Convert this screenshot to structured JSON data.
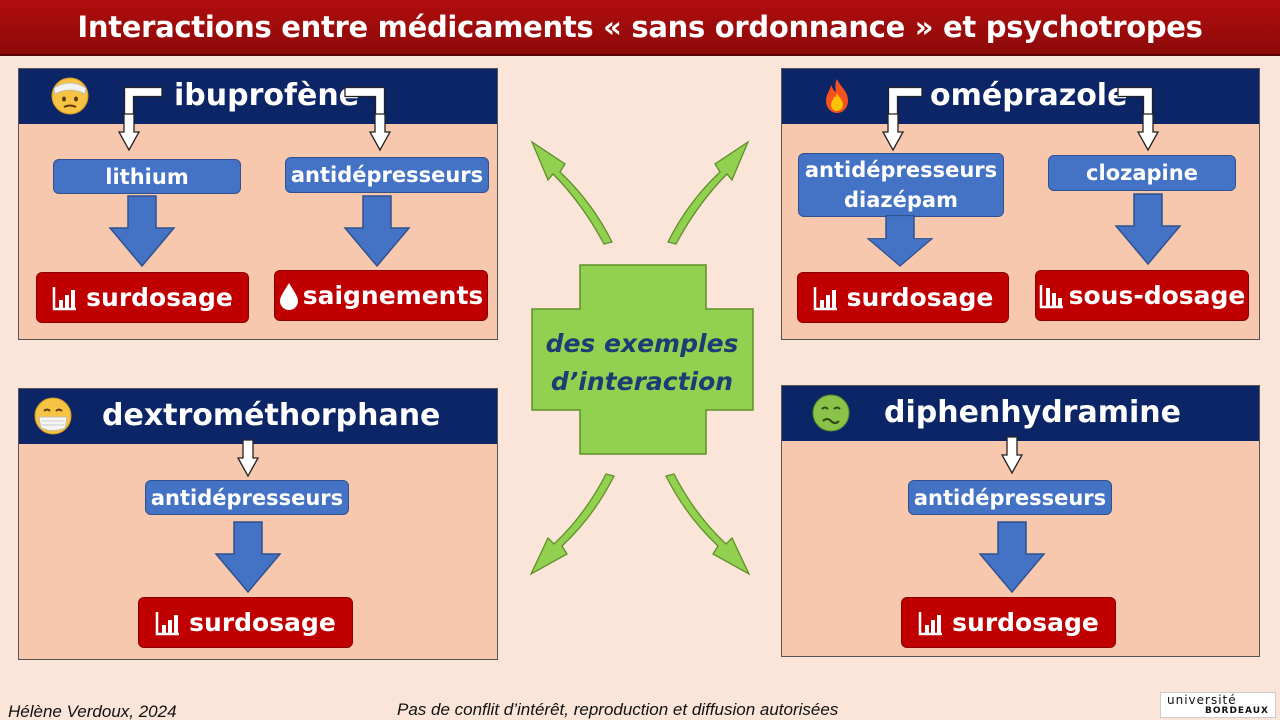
{
  "title": "Interactions entre médicaments « sans ordonnance » et psychotropes",
  "center": {
    "line1": "des exemples",
    "line2": "d’interaction"
  },
  "panels": {
    "ibuprofene": {
      "drug": "ibuprofène",
      "emoji": "bandaged-face-icon",
      "left_target": "lithium",
      "left_effect": "surdosage",
      "right_target": "antidépresseurs",
      "right_effect": "saignements"
    },
    "omeprazole": {
      "drug": "oméprazole",
      "emoji": "fire-icon",
      "left_target_line1": "antidépresseurs",
      "left_target_line2": "diazépam",
      "left_effect": "surdosage",
      "right_target": "clozapine",
      "right_effect": "sous-dosage"
    },
    "dextromethorphane": {
      "drug": "dextrométhorphane",
      "emoji": "mask-face-icon",
      "target": "antidépresseurs",
      "effect": "surdosage"
    },
    "diphenhydramine": {
      "drug": "diphenhydramine",
      "emoji": "nauseated-face-icon",
      "target": "antidépresseurs",
      "effect": "surdosage"
    }
  },
  "footer": {
    "author": "Hélène Verdoux, 2024",
    "notice": "Pas de conflit d’intérêt, reproduction et diffusion autorisées",
    "logo_line1": "université",
    "logo_line2": "BORDEAUX"
  },
  "colors": {
    "title_bar": "#a30f0f",
    "panel_header": "#0c2566",
    "panel_bg": "#f7c8ad",
    "target_box": "#4472c4",
    "effect_box": "#c00000",
    "cross": "#92d050",
    "arrow_green": "#92d050",
    "page_bg": "#fae5d8"
  }
}
